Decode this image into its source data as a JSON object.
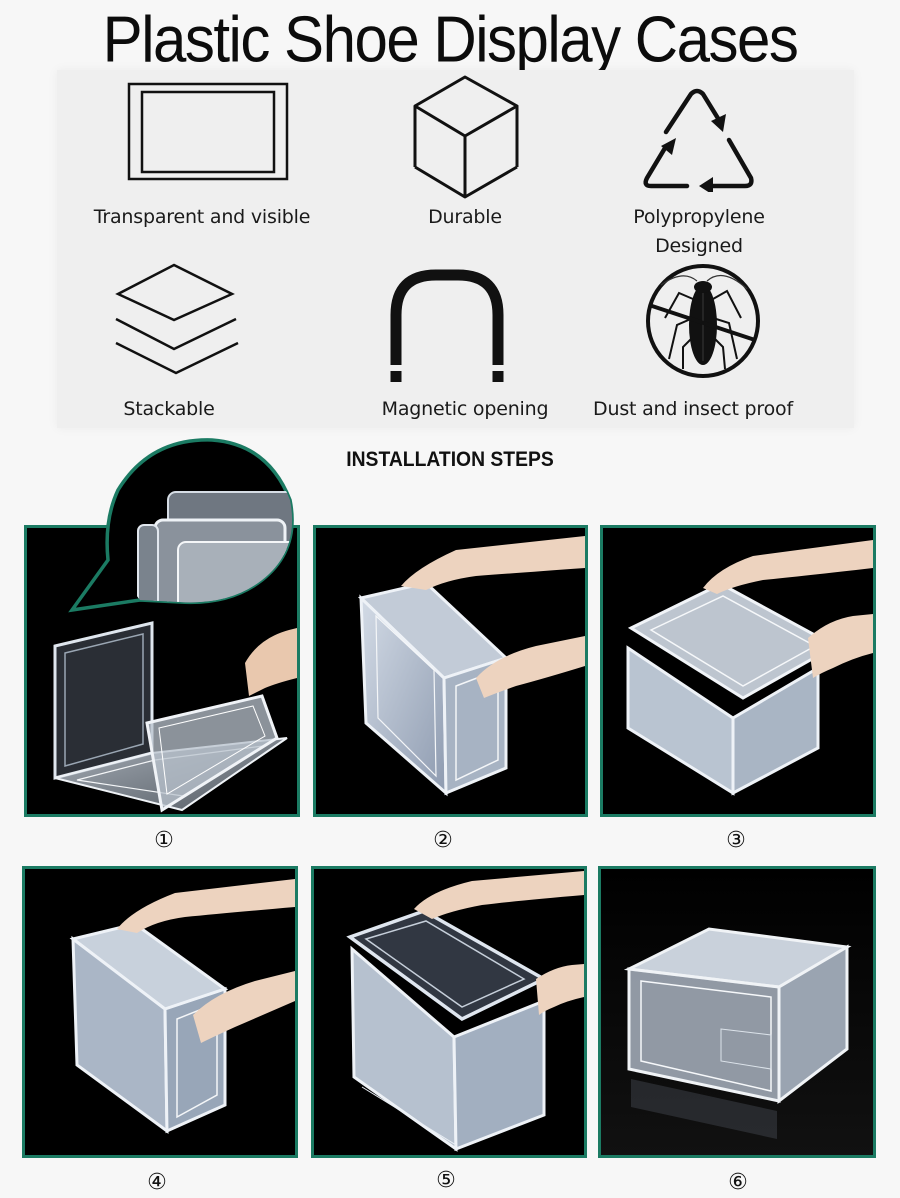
{
  "header": {
    "title": "Plastic Shoe Display Cases"
  },
  "features": [
    {
      "icon": "double-rectangle-icon",
      "label": "Transparent and visible"
    },
    {
      "icon": "cube-icon",
      "label": "Durable"
    },
    {
      "icon": "recycle-triangle-icon",
      "label_line1": "Polypropylene",
      "label_line2": "Designed"
    },
    {
      "icon": "stacked-layers-icon",
      "label": "Stackable"
    },
    {
      "icon": "magnet-arch-icon",
      "label": "Magnetic opening"
    },
    {
      "icon": "no-insect-icon",
      "label": "Dust and insect proof"
    }
  ],
  "installation": {
    "title": "INSTALLATION STEPS",
    "frame_color": "#1b7b63",
    "steps": [
      {
        "number": "①",
        "image": "unfolded-panels-with-zoom-callout"
      },
      {
        "number": "②",
        "image": "attaching-side-panel"
      },
      {
        "number": "③",
        "image": "attaching-top-panel"
      },
      {
        "number": "④",
        "image": "closing-side-panel"
      },
      {
        "number": "⑤",
        "image": "placing-lid"
      },
      {
        "number": "⑥",
        "image": "assembled-case"
      }
    ]
  }
}
